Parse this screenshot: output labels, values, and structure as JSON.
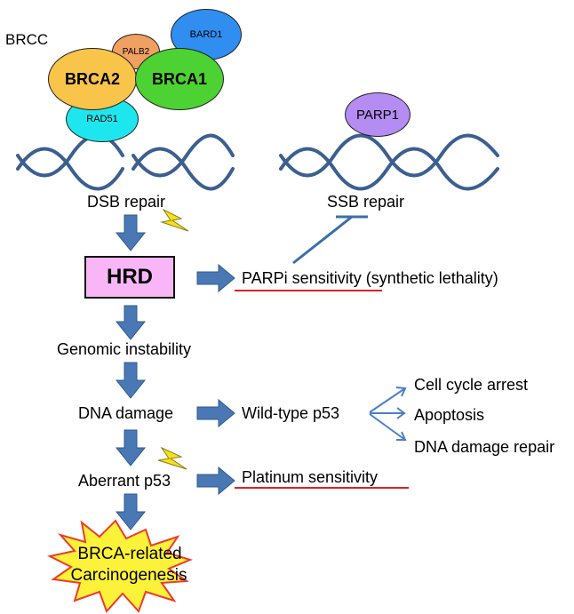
{
  "complex": {
    "label": "BRCC",
    "proteins": {
      "bard1": "BARD1",
      "palb2": "PALB2",
      "brca2": "BRCA2",
      "brca1": "BRCA1",
      "rad51": "RAD51"
    }
  },
  "parp": {
    "label": "PARP1"
  },
  "repair": {
    "dsb": "DSB repair",
    "ssb": "SSB repair"
  },
  "pathway": {
    "hrd": "HRD",
    "parpi_sensitivity": "PARPi sensitivity (synthetic lethality)",
    "genomic_instability": "Genomic instability",
    "dna_damage": "DNA damage",
    "wild_type_p53": "Wild-type p53",
    "outcomes": [
      "Cell cycle arrest",
      "Apoptosis",
      "DNA damage repair"
    ],
    "aberrant_p53": "Aberrant p53",
    "platinum_sensitivity": "Platinum sensitivity",
    "carcinogenesis_line1": "BRCA-related",
    "carcinogenesis_line2": "Carcinogenesis"
  },
  "colors": {
    "bard1": "#2f8ef0",
    "palb2": "#f0a060",
    "brca2": "#f8c44a",
    "brca1": "#4cd232",
    "rad51": "#1ee6ee",
    "parp1": "#b58cf2",
    "hrd_box": "#f9b6f7",
    "arrow": "#4a78b4",
    "dna": "#3b5f8f",
    "underline": "#e02020",
    "burst": "#fdf23a",
    "burst_outline": "#ef3a2a",
    "lightning": "#f6e11a"
  }
}
